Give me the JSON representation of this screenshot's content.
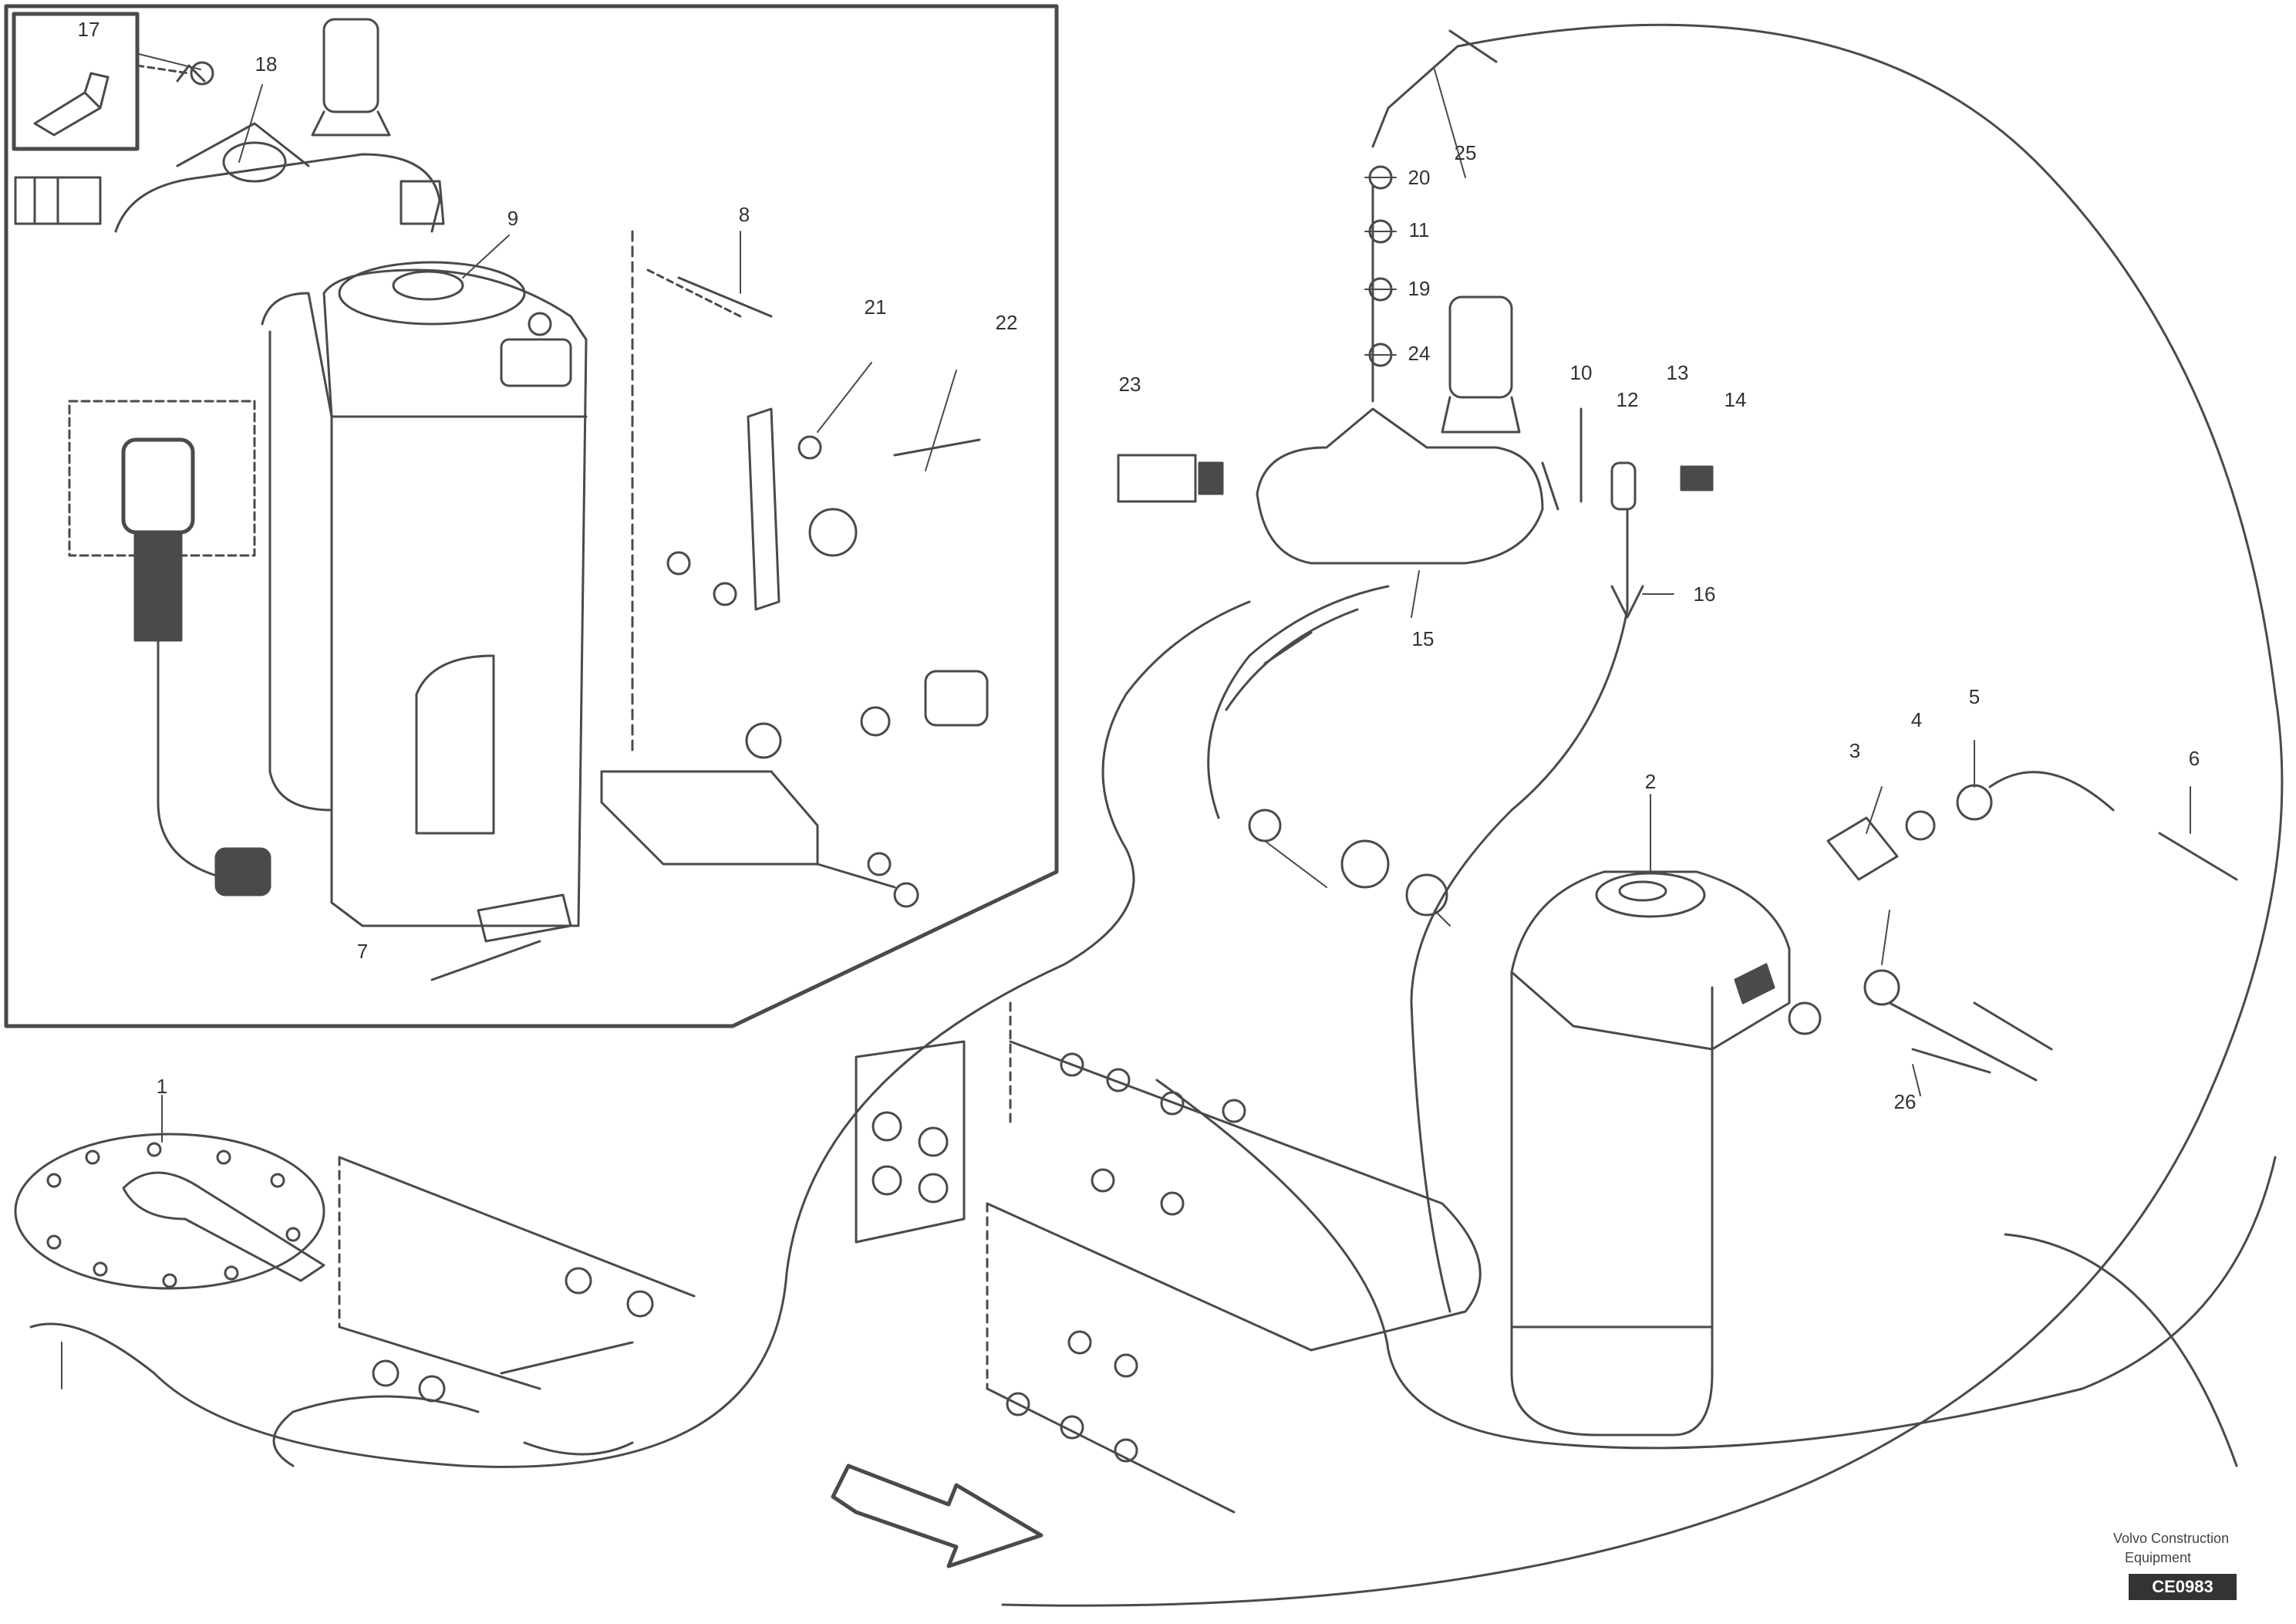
{
  "diagram": {
    "callouts": [
      "17",
      "18",
      "9",
      "7",
      "8",
      "21",
      "22",
      "20",
      "19",
      "23",
      "11",
      "24",
      "25",
      "10",
      "12",
      "13",
      "14",
      "15",
      "16",
      "1",
      "2",
      "3",
      "4",
      "5",
      "6",
      "26"
    ],
    "reference_lines": [
      "Volvo Construction",
      "Equipment"
    ],
    "drawing_code": "CE0983"
  },
  "colors": {
    "line": "#4a4a4a",
    "background": "#ffffff",
    "code_box": "#333333"
  }
}
